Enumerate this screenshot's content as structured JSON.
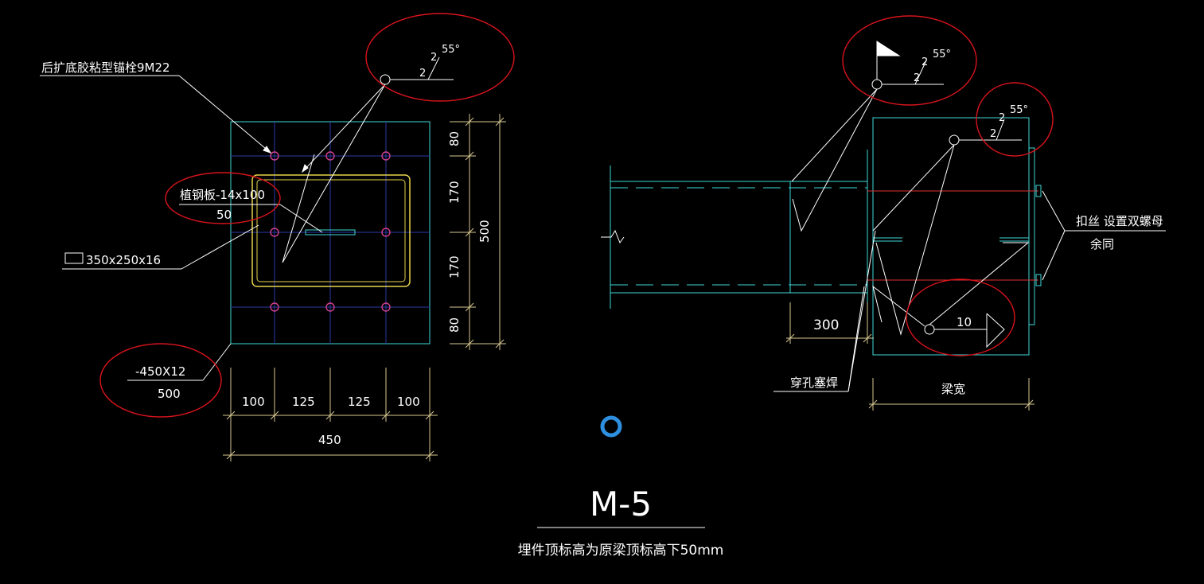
{
  "title": "M-5",
  "subtitle": "埋件顶标高为原梁顶标高下50mm",
  "left": {
    "anchor_label": "后扩底胶粘型锚栓9M22",
    "plate_label_top": "植钢板-14x100",
    "plate_label_bottom": "50",
    "tube_label": "350x250x16",
    "base_label_top": "-450X12",
    "base_label_bottom": "500",
    "weld": {
      "size1": "2",
      "size2": "2",
      "angle": "55°"
    },
    "dims_bottom": [
      "100",
      "125",
      "125",
      "100"
    ],
    "dim_total_bottom": "450",
    "dims_right": [
      "80",
      "170",
      "170",
      "80"
    ],
    "dim_total_right": "500"
  },
  "right": {
    "weld_top": {
      "size1": "2",
      "size2": "2",
      "angle": "55°"
    },
    "weld_plate": {
      "size1": "2",
      "size2": "2",
      "angle": "55°"
    },
    "fillet_size": "10",
    "dim_300": "300",
    "plug_weld_label": "穿孔塞焊",
    "thread_label_1": "扣丝 设置双螺母",
    "thread_label_2": "余同",
    "beam_width_label": "梁宽"
  },
  "colors": {
    "background": "#000000",
    "geometry": "#3fd9d9",
    "leader": "#ffffff",
    "dimension": "#d8c890",
    "markup": "#d8141c",
    "plate_outline": "#e6d24a",
    "bolt_hole": "#d04090",
    "cursor_ring": "#2e8fe0"
  }
}
